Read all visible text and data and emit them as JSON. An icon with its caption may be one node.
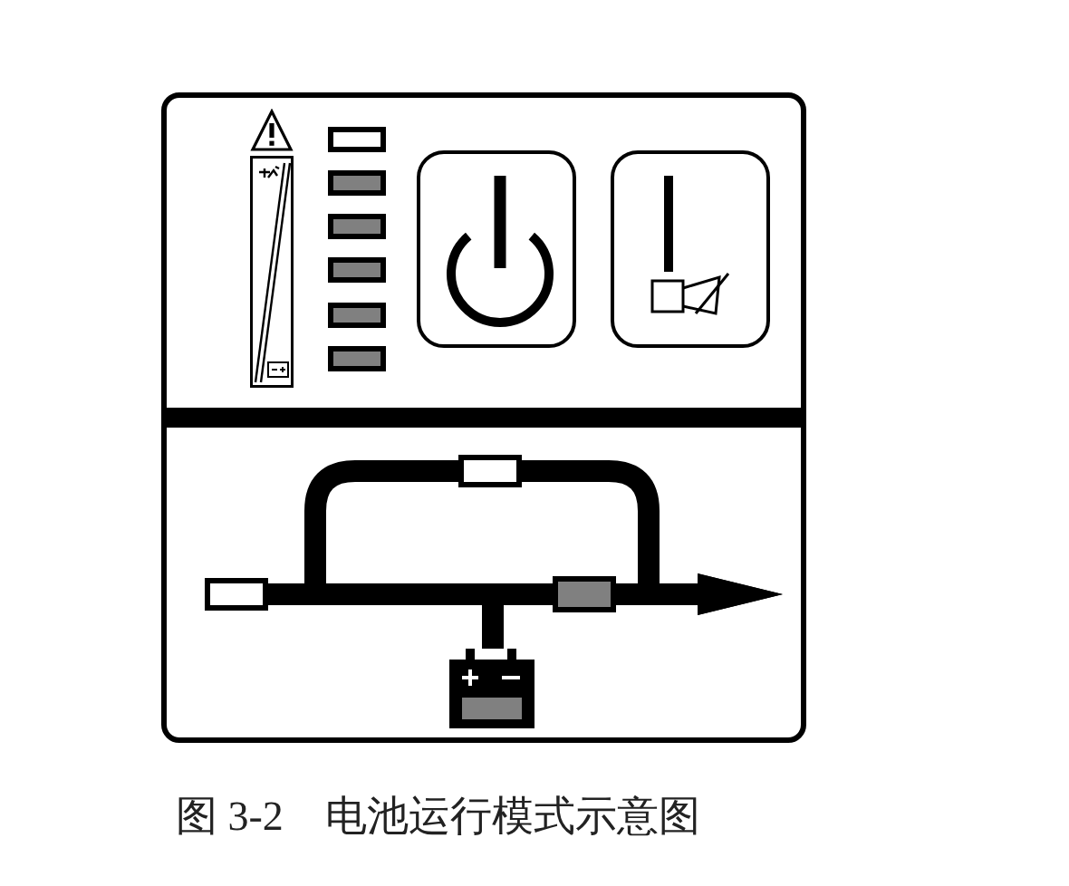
{
  "diagram": {
    "caption": "图 3-2　电池运行模式示意图",
    "nodes": [
      {
        "text": [],
        "shape": "box"
      },
      {
        "text": [],
        "shape": "box"
      },
      {
        "text": [],
        "shape": "box"
      },
      {
        "text": [],
        "shape": "picture"
      }
    ],
    "edges": [
      {
        "from": 0,
        "to": 1,
        "arrow": "none"
      },
      {
        "from": 0,
        "to": 2,
        "arrow": "none"
      },
      {
        "from": 3,
        "to": 2,
        "arrow": "none"
      },
      {
        "from": 2,
        "to": null,
        "arrow": "to"
      },
      {
        "from": 1,
        "to": null,
        "arrow": "to"
      }
    ]
  }
}
